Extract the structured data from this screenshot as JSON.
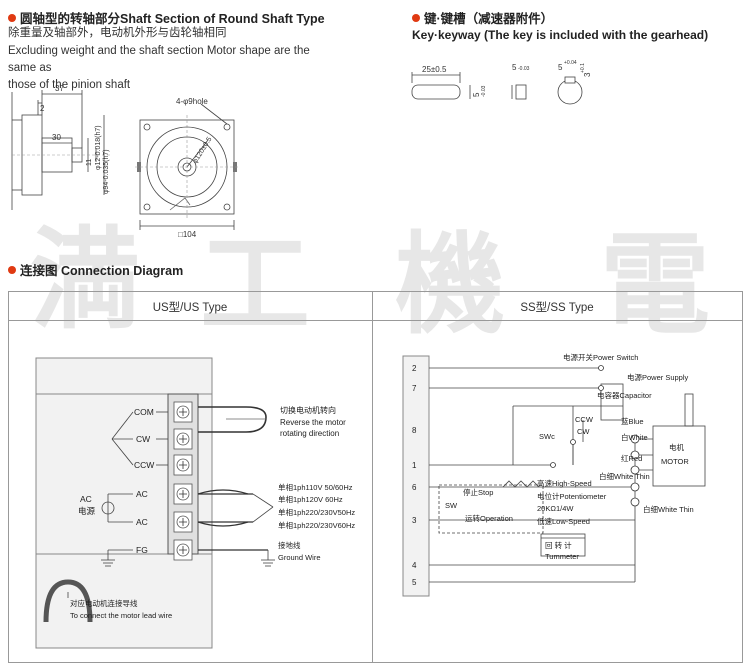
{
  "shaft_section": {
    "title": "圆轴型的转轴部分Shaft Section of Round Shaft Type",
    "desc_cn": "除重量及轴部外，电动机外形与齿轮轴相同",
    "desc_en_1": "Excluding weight and the shaft section Motor shape are the same as",
    "desc_en_2": "those of the pinion shaft",
    "dims": {
      "d37": "37",
      "d2": "2",
      "d30": "30",
      "d11": "11",
      "d12": "φ12-0.018(h7)",
      "d94": "φ94-0.035(h7)",
      "hole": "4-φ9hole",
      "pcd": "φ120±0.5",
      "d104": "□104"
    }
  },
  "key": {
    "title": "键·键槽（减速器附件）",
    "subtitle": "Key·keyway (The key is included with the gearhead)",
    "dims": {
      "len": "25±0.5",
      "h5": "5",
      "h5tol": "-0.03",
      "w5": "5",
      "w5tol": "-0.03",
      "top5": "5",
      "top5tol": "+0.04",
      "depth3": "3",
      "depth3tol": "+0.1"
    }
  },
  "connection": {
    "title": "连接图 Connection Diagram",
    "us_type": "US型/US Type",
    "ss_type": "SS型/SS Type"
  },
  "us": {
    "terminals": [
      "COM",
      "CW",
      "CCW",
      "AC",
      "AC",
      "FG"
    ],
    "ac_cn": "AC",
    "ac_cn2": "电源",
    "reverse_cn": "切换电动机转向",
    "reverse_en1": "Reverse the motor",
    "reverse_en2": "rotating direction",
    "power": [
      "单相1ph110V 50/60Hz",
      "单相1ph120V 60Hz",
      "单相1ph220/230V50Hz",
      "单相1ph220/230V60Hz"
    ],
    "ground_cn": "接地线",
    "ground_en": "Ground Wire",
    "lead_cn": "对应电动机连接导线",
    "lead_en": "To connect the motor lead wire"
  },
  "ss": {
    "terminals": [
      "2",
      "7",
      "8",
      "1",
      "6",
      "3",
      "4",
      "5"
    ],
    "power_switch": "电源开关Power Switch",
    "power_supply": "电源Power Supply",
    "capacitor": "电容器Capacitor",
    "ccw": "CCW",
    "cw": "CW",
    "swc": "SWc",
    "blue": "蓝Blue",
    "white": "白White",
    "red": "红Red",
    "white_thin": "白细White Thin",
    "white_thin2": "白细White Thin",
    "motor_cn": "电机",
    "motor_en": "MOTOR",
    "sw": "SW",
    "stop": "停止Stop",
    "operation": "运转Operation",
    "high": "高速High-Speed",
    "pot": "电位计Potentiometer",
    "pot_val": "20KΩ1/4W",
    "low": "低速Low-Speed",
    "tach_cn": "回 转 计",
    "tach_en": "Tummeter"
  },
  "watermark": [
    "満",
    "工",
    "機",
    "電"
  ]
}
